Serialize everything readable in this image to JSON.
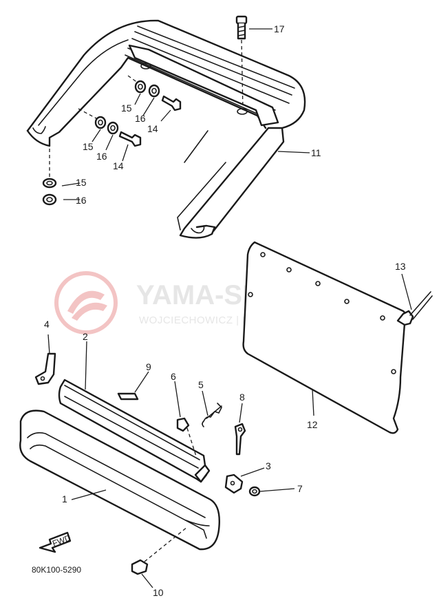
{
  "watermark": {
    "title": "YAMA-SKLEP.PL",
    "subtitle": "WOJCIECHOWICZ | DEALER YAMAHA",
    "color": "#f2b8b8"
  },
  "diagram_code": "80K100-5290",
  "fwd_label": "FWD",
  "callouts": {
    "c1": "1",
    "c2": "2",
    "c3": "3",
    "c4": "4",
    "c5": "5",
    "c6": "6",
    "c7": "7",
    "c8": "8",
    "c9": "9",
    "c10": "10",
    "c11": "11",
    "c12": "12",
    "c13": "13",
    "c14a": "14",
    "c14b": "14",
    "c15a": "15",
    "c15b": "15",
    "c15c": "15",
    "c16a": "16",
    "c16b": "16",
    "c16c": "16",
    "c17": "17"
  }
}
